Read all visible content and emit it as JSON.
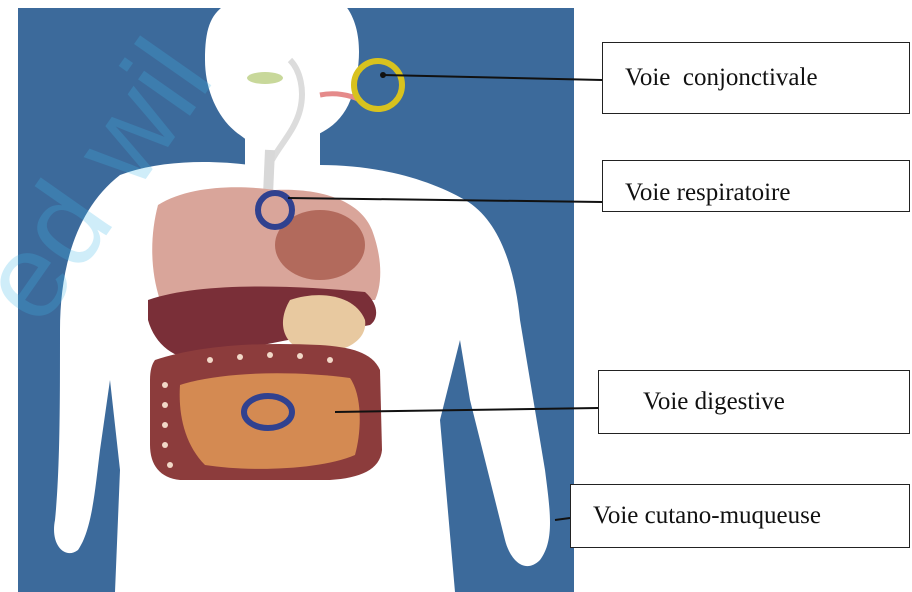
{
  "labels": {
    "conjunctival": "Voie  conjonctivale",
    "respiratory": "Voie respiratoire",
    "digestive": "Voie digestive",
    "mucocutaneous": "Voie cutano-muqueuse"
  },
  "watermark": "ed wil",
  "colors": {
    "background_panel": "#3c6a9b",
    "body_silhouette": "#ffffff",
    "ring_conjunctival": "#d8c21e",
    "ring_organs": "#30418f",
    "leader_line": "#111111"
  }
}
